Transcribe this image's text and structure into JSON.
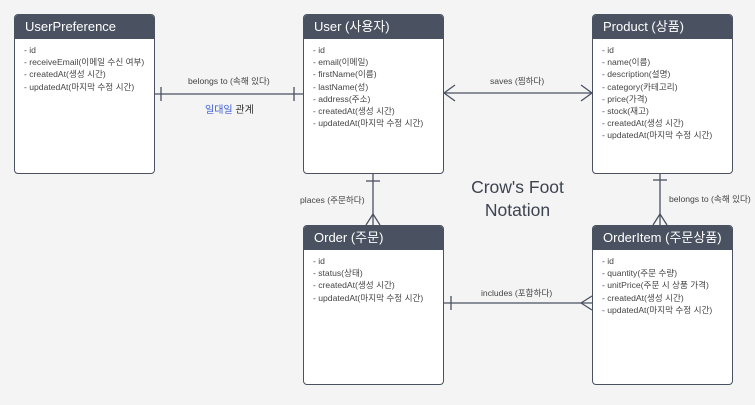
{
  "entities": {
    "userpreference": {
      "title": "UserPreference",
      "fields": [
        "- id",
        "- receiveEmail(이메일 수신 여부)",
        "- createdAt(생성 시간)",
        "- updatedAt(마지막 수정 시간)"
      ]
    },
    "user": {
      "title": "User (사용자)",
      "fields": [
        "- id",
        "- email(이메일)",
        "- firstName(이름)",
        "- lastName(성)",
        "- address(주소)",
        "- createdAt(생성 시간)",
        "- updatedAt(마지막 수정 시간)"
      ]
    },
    "product": {
      "title": "Product (상품)",
      "fields": [
        "- id",
        "- name(이름)",
        "- description(설명)",
        "- category(카테고리)",
        "- price(가격)",
        "- stock(재고)",
        "- createdAt(생성 시간)",
        "- updatedAt(마지막 수정 시간)"
      ]
    },
    "order": {
      "title": "Order (주문)",
      "fields": [
        "- id",
        "- status(상태)",
        "- createdAt(생성 시간)",
        "- updatedAt(마지막 수정 시간)"
      ]
    },
    "orderitem": {
      "title": "OrderItem (주문상품)",
      "fields": [
        "- id",
        "- quantity(주문 수량)",
        "- unitPrice(주문 시 상품 가격)",
        "- createdAt(생성 시간)",
        "- updatedAt(마지막 수정 시간)"
      ]
    }
  },
  "relations": {
    "belongs_to_user": "belongs to (속해 있다)",
    "one_to_one_hl": "일대일",
    "one_to_one_rest": " 관계",
    "saves": "saves (찜하다)",
    "places": "places (주문하다)",
    "includes": "includes (포함하다)",
    "belongs_to_product": "belongs to (속해 있다)"
  },
  "diagram_title": "Crow's Foot\nNotation",
  "colors": {
    "header": "#4a5261",
    "line": "#4a5261",
    "accent": "#3b5bd6",
    "background": "#f4f4f5"
  }
}
